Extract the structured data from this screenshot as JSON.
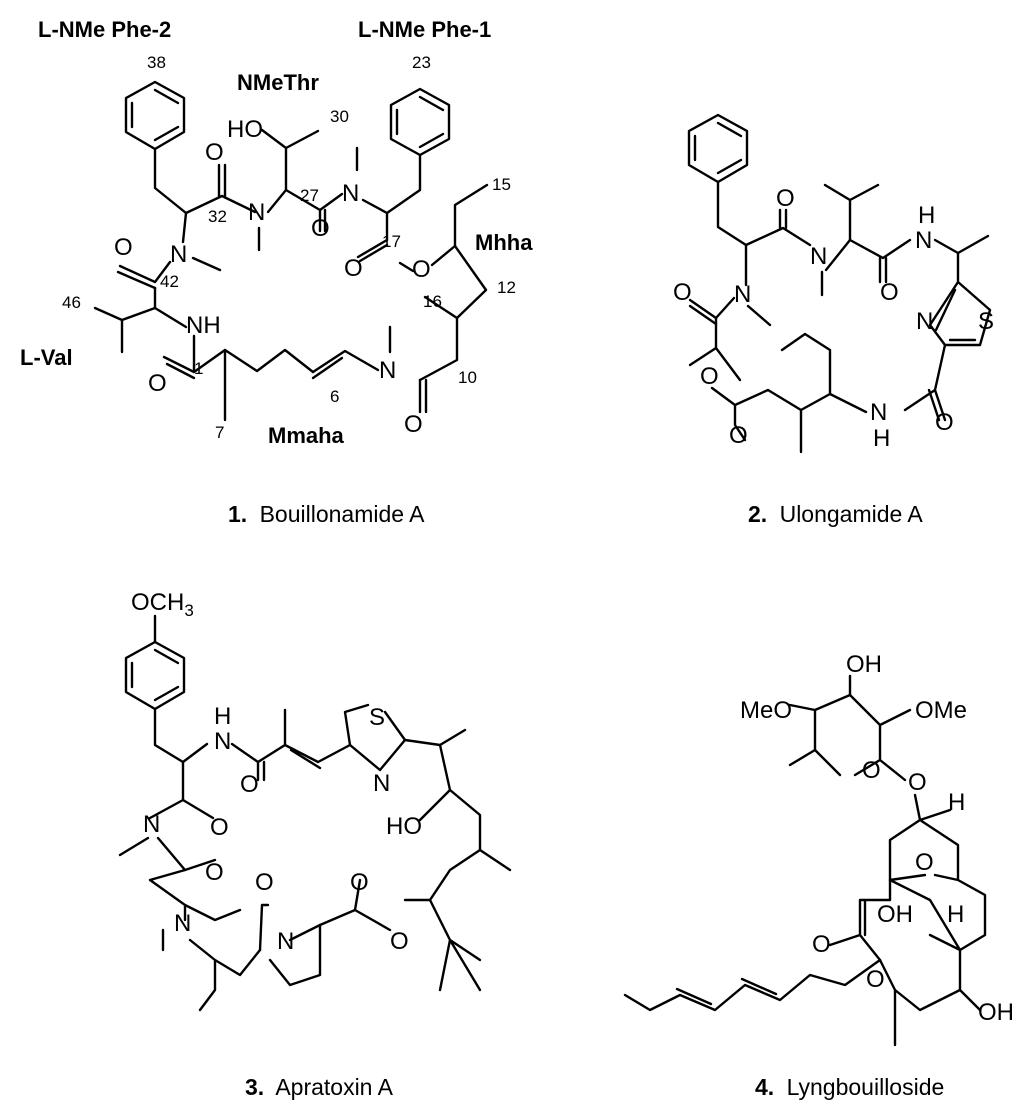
{
  "compound1": {
    "residues": {
      "nme_phe2": "L-NMe Phe-2",
      "nmethr": "NMeThr",
      "nme_phe1": "L-NMe Phe-1",
      "mhha": "Mhha",
      "lval": "L-Val",
      "mmaha": "Mmaha"
    },
    "numbers": {
      "n38": "38",
      "n23": "23",
      "n30": "30",
      "n15": "15",
      "n32": "32",
      "n27": "27",
      "n17": "17",
      "n42": "42",
      "n46": "46",
      "n16": "16",
      "n12": "12",
      "n1": "1",
      "n10": "10",
      "n6": "6",
      "n7": "7"
    },
    "atoms": {
      "ho": "HO",
      "nh": "NH",
      "n": "N",
      "o": "O"
    },
    "caption_num": "1.",
    "caption": "Bouillonamide A"
  },
  "compound2": {
    "atoms": {
      "h": "H",
      "n": "N",
      "s": "S",
      "o": "O"
    },
    "caption_num": "2.",
    "caption": "Ulongamide A"
  },
  "compound3": {
    "atoms": {
      "och3_a": "OCH",
      "och3_sub": "3",
      "h": "H",
      "n": "N",
      "s": "S",
      "o": "O",
      "ho": "HO"
    },
    "caption_num": "3.",
    "caption": "Apratoxin A"
  },
  "compound4": {
    "atoms": {
      "oh": "OH",
      "meo": "MeO",
      "ome": "OMe",
      "o": "O",
      "h": "H"
    },
    "caption_num": "4.",
    "caption": "Lyngbouilloside"
  }
}
